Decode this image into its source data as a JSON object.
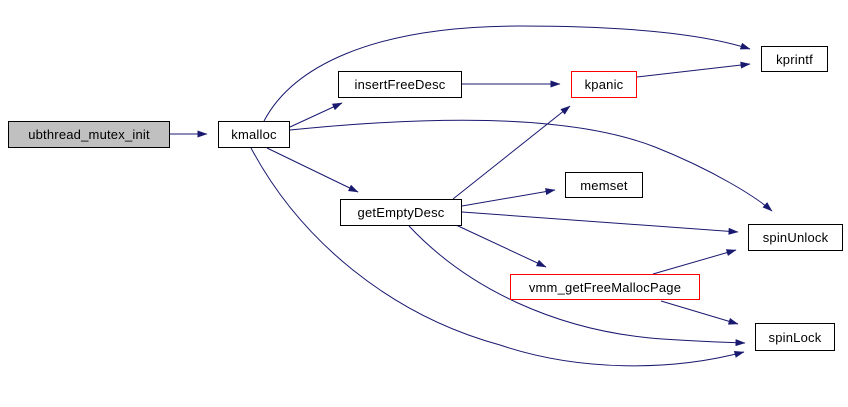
{
  "diagram": {
    "type": "call-graph",
    "nodes": [
      {
        "id": "ubthread_mutex_init",
        "label": "ubthread_mutex_init",
        "role": "current-function",
        "fill": "#c0c0c0",
        "border": "#000000"
      },
      {
        "id": "kmalloc",
        "label": "kmalloc",
        "role": "called-function",
        "fill": "#ffffff",
        "border": "#000000"
      },
      {
        "id": "insertFreeDesc",
        "label": "insertFreeDesc",
        "role": "called-function",
        "fill": "#ffffff",
        "border": "#000000"
      },
      {
        "id": "kpanic",
        "label": "kpanic",
        "role": "called-function",
        "fill": "#ffffff",
        "border": "#ff0000"
      },
      {
        "id": "kprintf",
        "label": "kprintf",
        "role": "called-function",
        "fill": "#ffffff",
        "border": "#000000"
      },
      {
        "id": "memset",
        "label": "memset",
        "role": "called-function",
        "fill": "#ffffff",
        "border": "#000000"
      },
      {
        "id": "getEmptyDesc",
        "label": "getEmptyDesc",
        "role": "called-function",
        "fill": "#ffffff",
        "border": "#000000"
      },
      {
        "id": "spinUnlock",
        "label": "spinUnlock",
        "role": "called-function",
        "fill": "#ffffff",
        "border": "#000000"
      },
      {
        "id": "vmm_getFreeMallocPage",
        "label": "vmm_getFreeMallocPage",
        "role": "called-function",
        "fill": "#ffffff",
        "border": "#ff0000"
      },
      {
        "id": "spinLock",
        "label": "spinLock",
        "role": "called-function",
        "fill": "#ffffff",
        "border": "#000000"
      }
    ],
    "edges": [
      {
        "from": "ubthread_mutex_init",
        "to": "kmalloc"
      },
      {
        "from": "kmalloc",
        "to": "kprintf"
      },
      {
        "from": "kmalloc",
        "to": "insertFreeDesc"
      },
      {
        "from": "kmalloc",
        "to": "getEmptyDesc"
      },
      {
        "from": "kmalloc",
        "to": "spinUnlock"
      },
      {
        "from": "kmalloc",
        "to": "spinLock"
      },
      {
        "from": "insertFreeDesc",
        "to": "kpanic"
      },
      {
        "from": "kpanic",
        "to": "kprintf"
      },
      {
        "from": "getEmptyDesc",
        "to": "kpanic"
      },
      {
        "from": "getEmptyDesc",
        "to": "memset"
      },
      {
        "from": "getEmptyDesc",
        "to": "spinUnlock"
      },
      {
        "from": "getEmptyDesc",
        "to": "vmm_getFreeMallocPage"
      },
      {
        "from": "getEmptyDesc",
        "to": "spinLock"
      },
      {
        "from": "vmm_getFreeMallocPage",
        "to": "spinUnlock"
      },
      {
        "from": "vmm_getFreeMallocPage",
        "to": "spinLock"
      }
    ],
    "colors": {
      "edge": "#191970",
      "node_border": "#000000",
      "highlight_border": "#ff0000",
      "current_fill": "#c0c0c0",
      "node_fill": "#ffffff",
      "text": "#000000",
      "background": "#ffffff"
    }
  }
}
